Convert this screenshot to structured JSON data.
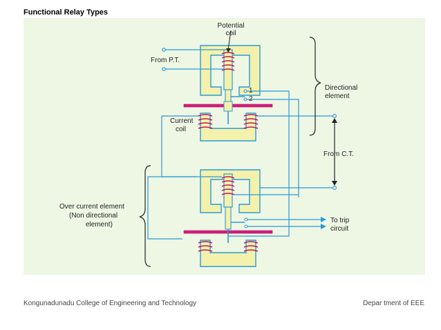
{
  "slide": {
    "title": "Functional Relay Types"
  },
  "diagram": {
    "labels": {
      "potential_coil_line1": "Potential",
      "potential_coil_line2": "coil",
      "from_pt": "From P.T.",
      "contact_1": "1",
      "contact_2": "2",
      "directional_line1": "Directional",
      "directional_line2": "element",
      "current_coil_line1": "Current",
      "current_coil_line2": "coil",
      "from_ct": "From C.T.",
      "overcurrent_line1": "Over current element",
      "overcurrent_line2": "(Non directional",
      "overcurrent_line3": "element)",
      "to_trip_line1": "To trip",
      "to_trip_line2": "circuit"
    },
    "colors": {
      "background": "#eef6e4",
      "core_fill": "#f4f1ad",
      "core_stroke": "#2a9ad6",
      "wire": "#2a9ad6",
      "coil": "#c2185b",
      "disc": "#d81b80",
      "text": "#222222"
    }
  },
  "footer": {
    "college": "Kongunadunadu College of Engineering and Technology",
    "department": "Depar tment of EEE"
  }
}
